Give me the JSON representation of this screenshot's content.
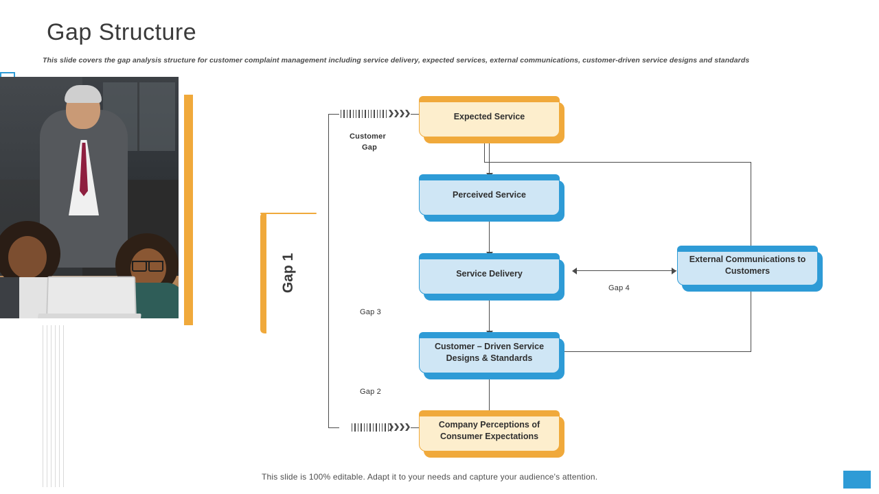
{
  "header": {
    "title": "Gap Structure",
    "subtitle": "This slide covers the gap analysis structure  for customer complaint management including service delivery, expected services, external communications, customer-driven service designs and standards"
  },
  "diagram": {
    "nodes": [
      {
        "id": "expected-service",
        "label": "Expected Service",
        "color": "orange"
      },
      {
        "id": "perceived-service",
        "label": "Perceived Service",
        "color": "blue"
      },
      {
        "id": "service-delivery",
        "label": "Service Delivery",
        "color": "blue"
      },
      {
        "id": "external-communications",
        "label": "External Communications to Customers",
        "color": "blue"
      },
      {
        "id": "customer-driven-service",
        "label": "Customer – Driven Service Designs & Standards",
        "color": "blue"
      },
      {
        "id": "company-perceptions",
        "label": "Company Perceptions of Consumer Expectations",
        "color": "orange"
      }
    ],
    "gap1_label": "Gap 1",
    "labels": {
      "customer_gap": "Customer\nGap",
      "customer_gap_line1": "Customer",
      "customer_gap_line2": "Gap",
      "gap2": "Gap 2",
      "gap3": "Gap 3",
      "gap4": "Gap 4"
    }
  },
  "footer": {
    "note": "This slide is 100% editable. Adapt it to your needs and capture your audience's attention."
  },
  "colors": {
    "blue": "#2e9bd6",
    "blue_fill": "#cfe6f5",
    "orange": "#f0a93b",
    "orange_fill": "#fdeecd",
    "title": "#3a3a3a"
  }
}
